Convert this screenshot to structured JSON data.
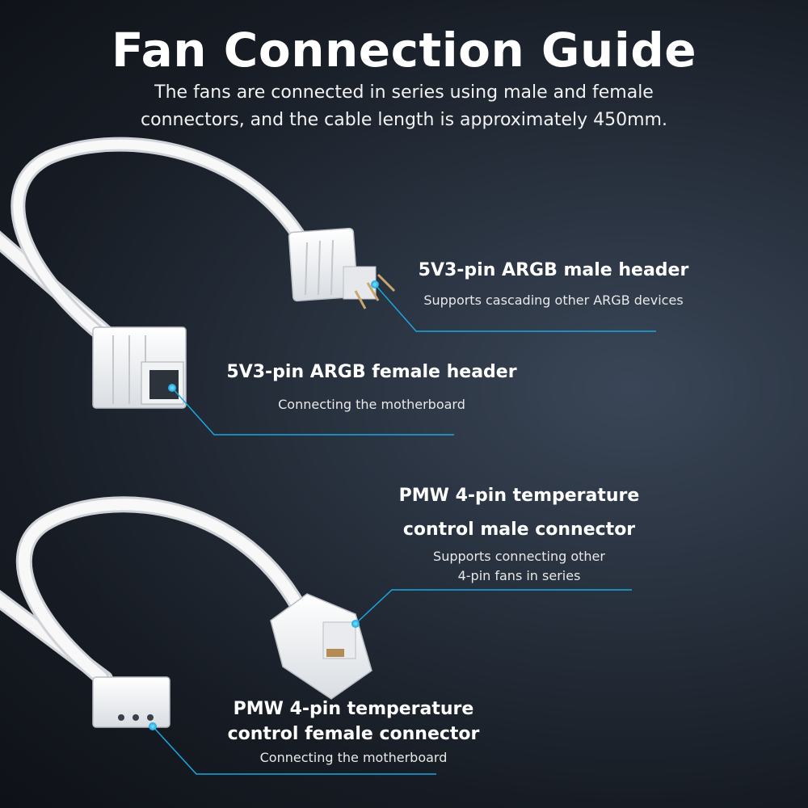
{
  "header": {
    "title": "Fan Connection Guide",
    "subtitle": "The fans are connected in series using male and female connectors, and the cable length is approximately 450mm."
  },
  "connectors": [
    {
      "title": "5V3-pin ARGB male header",
      "description": "Supports cascading other ARGB devices"
    },
    {
      "title": "5V3-pin ARGB female header",
      "description": "Connecting the motherboard"
    },
    {
      "title_line1": "PMW 4-pin temperature",
      "title_line2": "control male connector",
      "description_line1": "Supports connecting other",
      "description_line2": "4-pin fans in series"
    },
    {
      "title_line1": "PMW 4-pin temperature",
      "title_line2": "control female connector",
      "description": "Connecting the motherboard"
    }
  ],
  "colors": {
    "accent": "#1aa7e0",
    "cable": "#f4f4f4",
    "background": "#1b212b"
  }
}
